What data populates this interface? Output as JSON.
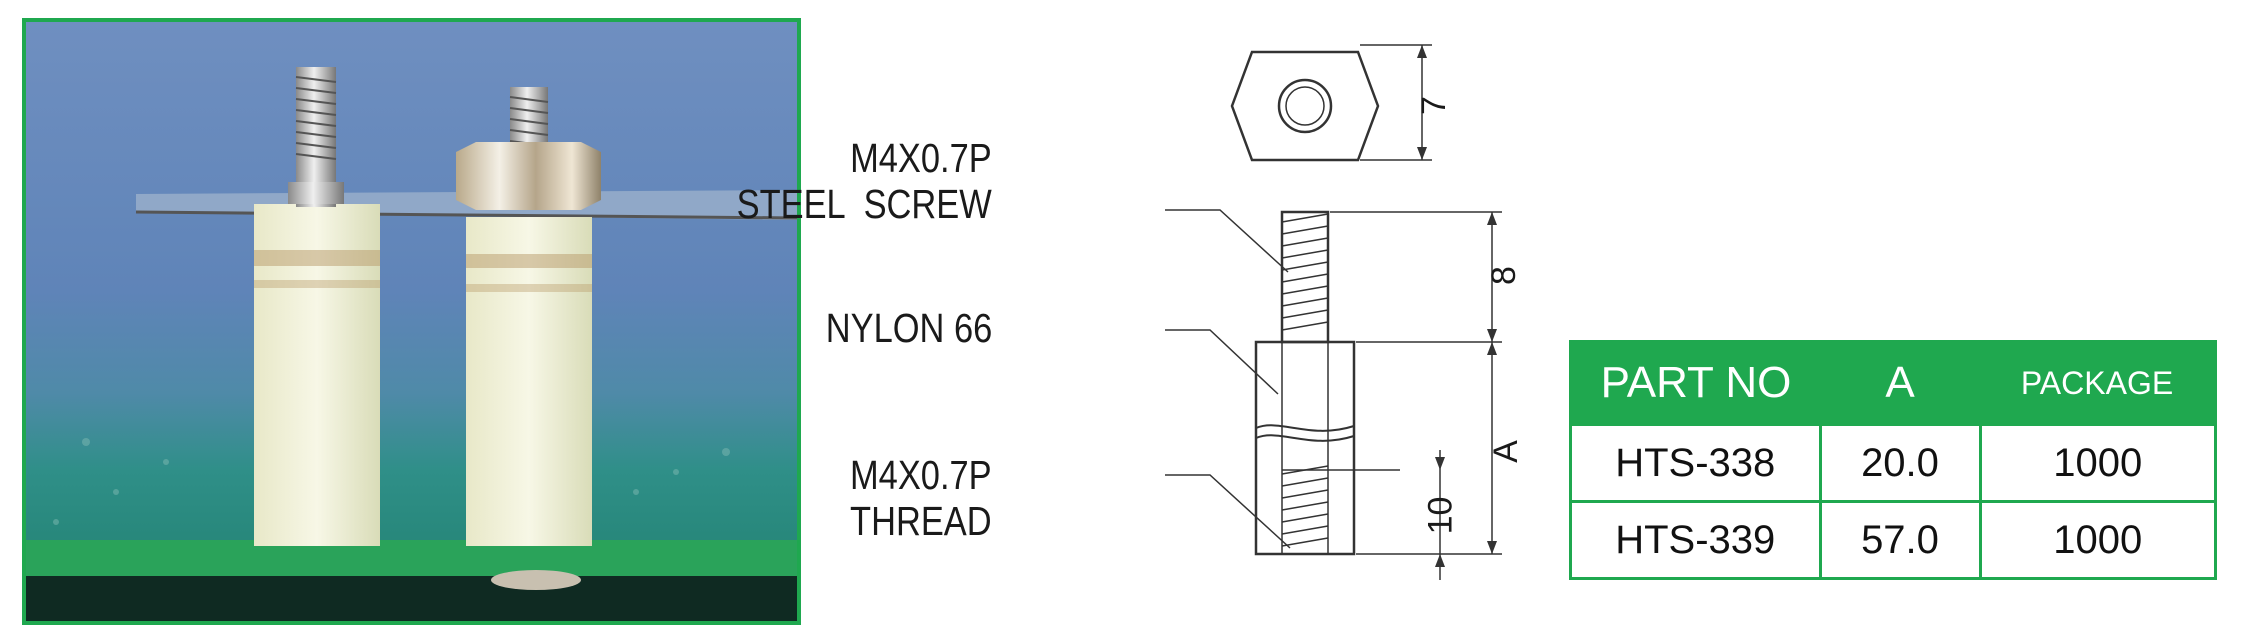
{
  "photo": {
    "description_icon": "product-photo-hex-spacers"
  },
  "drawing": {
    "callouts": {
      "screw_line1": "M4X0.7P",
      "screw_line2": "STEEL  SCREW",
      "body": "NYLON 66",
      "thread_line1": "M4X0.7P",
      "thread_line2": "THREAD"
    },
    "dimensions": {
      "hex_across_flats": "7",
      "screw_length": "8",
      "body_length": "A",
      "thread_depth": "10"
    }
  },
  "table": {
    "headers": [
      "PART NO",
      "A",
      "PACKAGE"
    ],
    "rows": [
      [
        "HTS-338",
        "20.0",
        "1000"
      ],
      [
        "HTS-339",
        "57.0",
        "1000"
      ]
    ]
  },
  "colors": {
    "accent": "#1fa84f",
    "line": "#333333"
  }
}
